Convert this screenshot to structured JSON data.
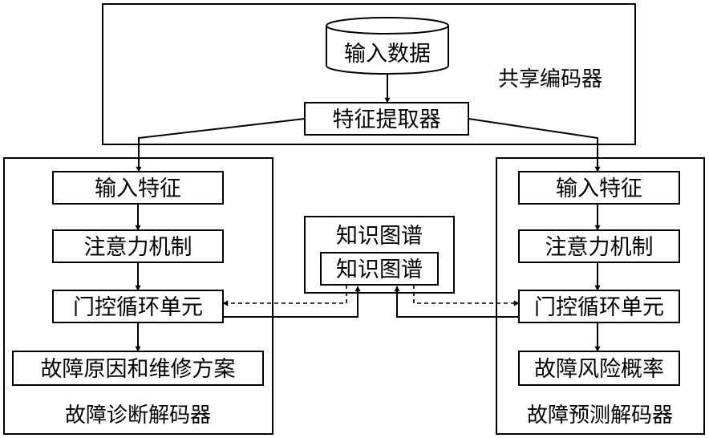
{
  "shared_encoder": {
    "title": "共享编码器",
    "input_data": "输入数据",
    "feature_extractor": "特征提取器"
  },
  "diagnosis_decoder": {
    "title": "故障诊断解码器",
    "input_features": "输入特征",
    "attention": "注意力机制",
    "gru": "门控循环单元",
    "output": "故障原因和维修方案"
  },
  "knowledge_graph": {
    "title": "知识图谱",
    "inner": "知识图谱"
  },
  "prediction_decoder": {
    "title": "故障预测解码器",
    "input_features": "输入特征",
    "attention": "注意力机制",
    "gru": "门控循环单元",
    "output": "故障风险概率"
  }
}
